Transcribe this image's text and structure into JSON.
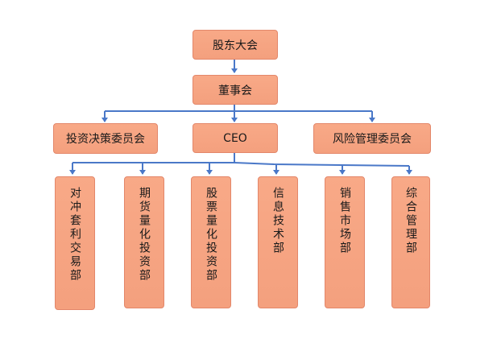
{
  "nodes": {
    "shareholders": "股东大会",
    "board": "董事会",
    "investment_committee": "投资决策委员会",
    "ceo": "CEO",
    "risk_committee": "风险管理委员会",
    "departments": [
      "对冲套利交易部",
      "期货量化投资部",
      "股票量化投资部",
      "信息技术部",
      "销售市场部",
      "综合管理部"
    ]
  },
  "colors": {
    "box_fill": "#f6a582",
    "box_border": "#e3876a",
    "connector": "#4a78c8"
  }
}
